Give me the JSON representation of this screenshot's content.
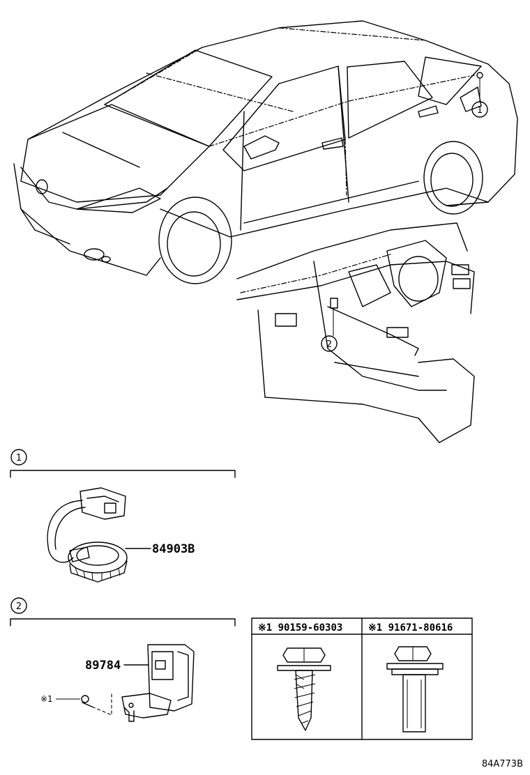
{
  "callouts": {
    "car_ref_1": "1",
    "dash_ref_2": "2",
    "section1_ref": "1",
    "section2_ref": "2"
  },
  "parts": {
    "antenna": "84903B",
    "sensor": "89784",
    "bolt_ref": "※1"
  },
  "table": {
    "headers": [
      "※1 90159-60303",
      "※1 91671-80616"
    ]
  },
  "footer": {
    "diagram_code": "84A773B"
  }
}
